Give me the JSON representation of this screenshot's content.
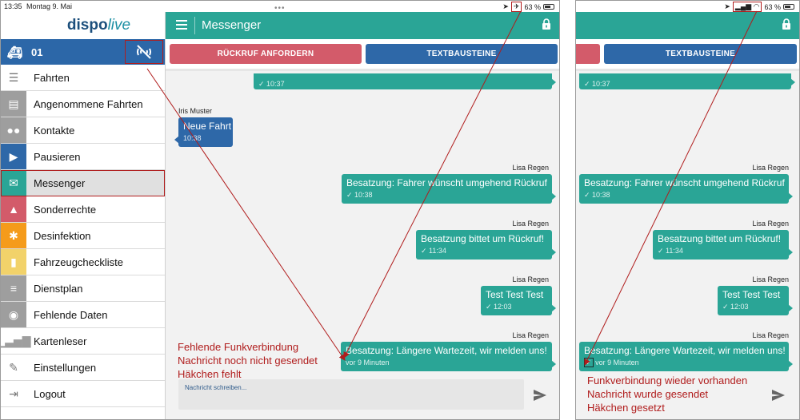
{
  "status": {
    "time": "13:35",
    "date": "Montag 9. Mai",
    "battery": "63 %",
    "battery_right": "63 %"
  },
  "logo": {
    "part1": "dispo",
    "part2": "live"
  },
  "unit": {
    "number": "01"
  },
  "nav": [
    {
      "label": "Fahrten",
      "color": "#ffffff",
      "icon": "list-check-icon",
      "glyph": "☰",
      "glyphColor": "#777777"
    },
    {
      "label": "Angenommene Fahrten",
      "color": "#9e9e9e",
      "icon": "id-card-icon",
      "glyph": "▤",
      "glyphColor": "#ffffff"
    },
    {
      "label": "Kontakte",
      "color": "#9e9e9e",
      "icon": "users-icon",
      "glyph": "●●",
      "glyphColor": "#ffffff"
    },
    {
      "label": "Pausieren",
      "color": "#2e68a8",
      "icon": "play-icon",
      "glyph": "▶",
      "glyphColor": "#ffffff"
    },
    {
      "label": "Messenger",
      "color": "#2aa596",
      "icon": "envelope-icon",
      "glyph": "✉",
      "glyphColor": "#ffffff",
      "active": true
    },
    {
      "label": "Sonderrechte",
      "color": "#d35b6a",
      "icon": "bell-icon",
      "glyph": "▲",
      "glyphColor": "#ffffff"
    },
    {
      "label": "Desinfektion",
      "color": "#f59b1b",
      "icon": "bug-icon",
      "glyph": "✱",
      "glyphColor": "#ffffff"
    },
    {
      "label": "Fahrzeugcheckliste",
      "color": "#f2d26a",
      "icon": "book-icon",
      "glyph": "▮",
      "glyphColor": "#ffffff"
    },
    {
      "label": "Dienstplan",
      "color": "#9e9e9e",
      "icon": "list-icon",
      "glyph": "≡",
      "glyphColor": "#ffffff"
    },
    {
      "label": "Fehlende Daten",
      "color": "#9e9e9e",
      "icon": "database-icon",
      "glyph": "◉",
      "glyphColor": "#ffffff"
    },
    {
      "label": "Kartenleser",
      "color": "#ffffff",
      "icon": "signal-bars-icon",
      "glyph": "▁▃▅▇",
      "glyphColor": "#9e9e9e"
    },
    {
      "label": "Einstellungen",
      "color": "#ffffff",
      "icon": "wrench-icon",
      "glyph": "✎",
      "glyphColor": "#777777"
    },
    {
      "label": "Logout",
      "color": "#ffffff",
      "icon": "logout-icon",
      "glyph": "⇥",
      "glyphColor": "#777777"
    }
  ],
  "header": {
    "title": "Messenger"
  },
  "buttons": {
    "callback": "RÜCKRUF ANFORDERN",
    "templates": "TEXTBAUSTEINE"
  },
  "messages": {
    "partial_time": "10:37",
    "incoming": {
      "sender": "Iris Muster",
      "text": "Neue Fahrt",
      "time": "10:38"
    },
    "out1": {
      "sender": "Lisa Regen",
      "text": "Besatzung: Fahrer wünscht umgehend Rückruf",
      "meta": "✓ 10:38"
    },
    "out2": {
      "sender": "Lisa Regen",
      "text": "Besatzung bittet um Rückruf!",
      "meta": "✓ 11:34"
    },
    "out3": {
      "sender": "Lisa Regen",
      "text": "Test Test Test",
      "meta": "✓ 12:03"
    },
    "out4": {
      "sender": "Lisa Regen",
      "text": "Besatzung: Längere Wartezeit, wir melden uns!",
      "meta_left": "vor 9 Minuten",
      "meta_right": "✓ vor 9 Minuten"
    }
  },
  "composer": {
    "placeholder": "Nachricht schreiben..."
  },
  "annotations": {
    "left": [
      "Fehlende Funkverbindung",
      "Nachricht noch nicht gesendet",
      "Häkchen fehlt"
    ],
    "right": [
      "Funkverbindung wieder vorhanden",
      "Nachricht wurde gesendet",
      "Häkchen gesetzt"
    ]
  },
  "colors": {
    "teal": "#2aa596",
    "blue": "#2e68a8",
    "red": "#d35b6a",
    "annotation": "#b01c1c"
  }
}
